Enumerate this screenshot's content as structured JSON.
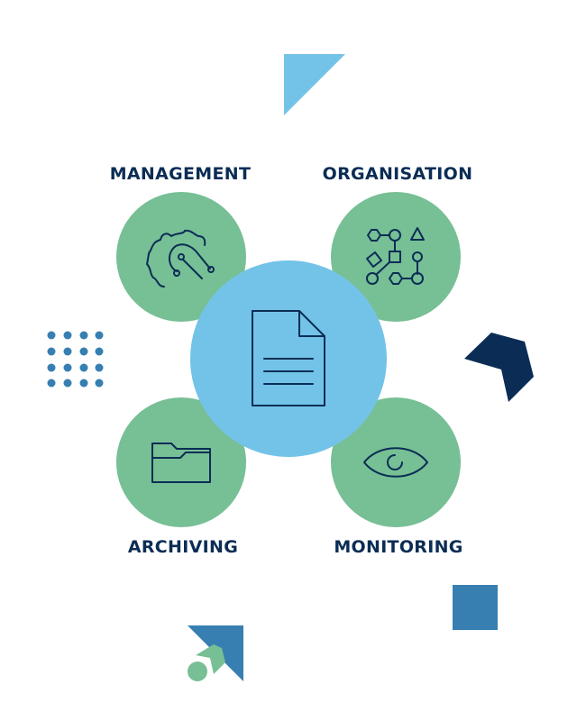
{
  "labels": {
    "management": "MANAGEMENT",
    "organisation": "ORGANISATION",
    "archiving": "ARCHIVING",
    "monitoring": "MONITORING"
  },
  "icons": {
    "center": "document-icon",
    "management": "gear-circuit-icon",
    "organisation": "workflow-shapes-icon",
    "archiving": "folder-icon",
    "monitoring": "eye-icon"
  },
  "colors": {
    "green": "#77bf95",
    "light_blue": "#73c3e8",
    "mid_blue": "#377fb1",
    "navy": "#0b2d55"
  }
}
